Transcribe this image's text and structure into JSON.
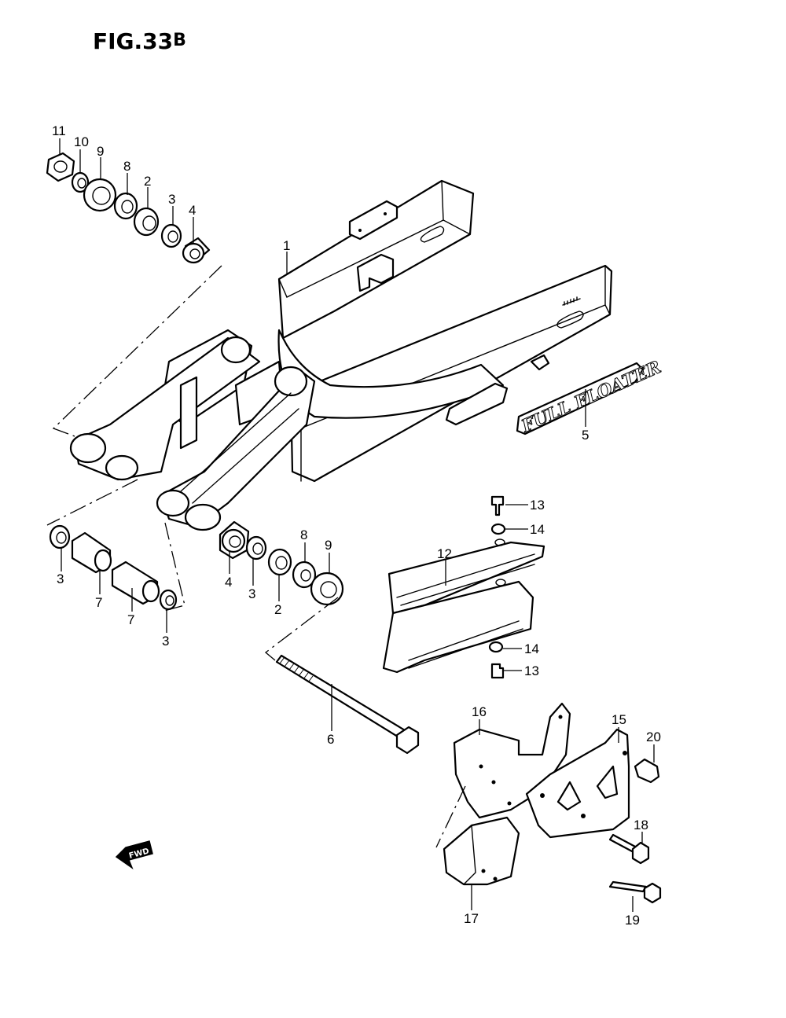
{
  "figure": {
    "title": "FIG.33",
    "suffix": "B"
  },
  "decal_text": "FULL FLOATER",
  "fwd_label": "FWD",
  "callouts": [
    {
      "id": "c-11a",
      "text": "11"
    },
    {
      "id": "c-10a",
      "text": "10"
    },
    {
      "id": "c-9a",
      "text": "9"
    },
    {
      "id": "c-8a",
      "text": "8"
    },
    {
      "id": "c-2a",
      "text": "2"
    },
    {
      "id": "c-3a",
      "text": "3"
    },
    {
      "id": "c-4a",
      "text": "4"
    },
    {
      "id": "c-1",
      "text": "1"
    },
    {
      "id": "c-5",
      "text": "5"
    },
    {
      "id": "c-13a",
      "text": "13"
    },
    {
      "id": "c-14a",
      "text": "14"
    },
    {
      "id": "c-12",
      "text": "12"
    },
    {
      "id": "c-14b",
      "text": "14"
    },
    {
      "id": "c-13b",
      "text": "13"
    },
    {
      "id": "c-3b",
      "text": "3"
    },
    {
      "id": "c-7a",
      "text": "7"
    },
    {
      "id": "c-7b",
      "text": "7"
    },
    {
      "id": "c-3c",
      "text": "3"
    },
    {
      "id": "c-4b",
      "text": "4"
    },
    {
      "id": "c-3d",
      "text": "3"
    },
    {
      "id": "c-8b",
      "text": "8"
    },
    {
      "id": "c-9b",
      "text": "9"
    },
    {
      "id": "c-2b",
      "text": "2"
    },
    {
      "id": "c-6",
      "text": "6"
    },
    {
      "id": "c-16",
      "text": "16"
    },
    {
      "id": "c-15",
      "text": "15"
    },
    {
      "id": "c-20",
      "text": "20"
    },
    {
      "id": "c-18",
      "text": "18"
    },
    {
      "id": "c-17",
      "text": "17"
    },
    {
      "id": "c-19",
      "text": "19"
    }
  ]
}
